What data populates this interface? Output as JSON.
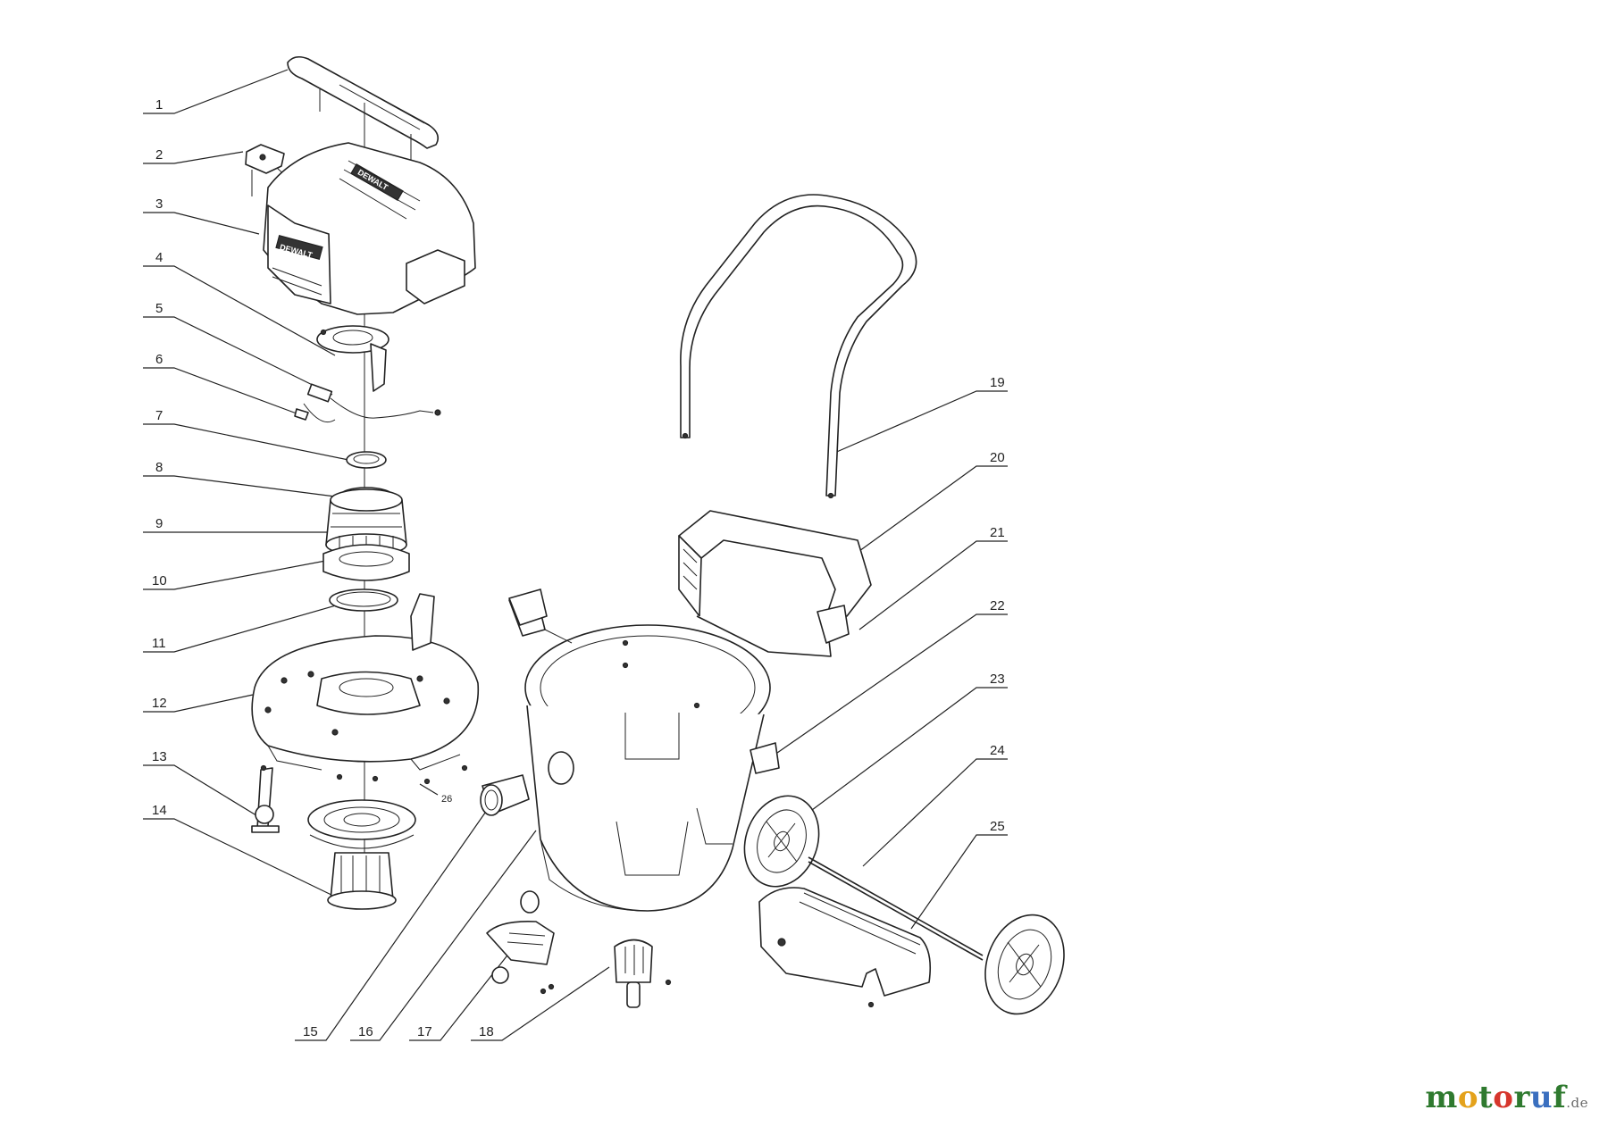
{
  "diagram": {
    "callouts": [
      "1",
      "2",
      "3",
      "4",
      "5",
      "6",
      "7",
      "8",
      "9",
      "10",
      "11",
      "12",
      "13",
      "14",
      "15",
      "16",
      "17",
      "18",
      "19",
      "20",
      "21",
      "22",
      "23",
      "24",
      "25",
      "26"
    ],
    "brand_mark": "DEWALT"
  },
  "watermark": {
    "parts": [
      {
        "text": "m",
        "color": "#2f7a2f"
      },
      {
        "text": "o",
        "color": "#e4a21b"
      },
      {
        "text": "t",
        "color": "#2f7a2f"
      },
      {
        "text": "o",
        "color": "#d6362c"
      },
      {
        "text": "r",
        "color": "#2f7a2f"
      },
      {
        "text": "u",
        "color": "#3a6fbf"
      },
      {
        "text": "f",
        "color": "#2f7a2f"
      }
    ],
    "tld": ".de"
  }
}
